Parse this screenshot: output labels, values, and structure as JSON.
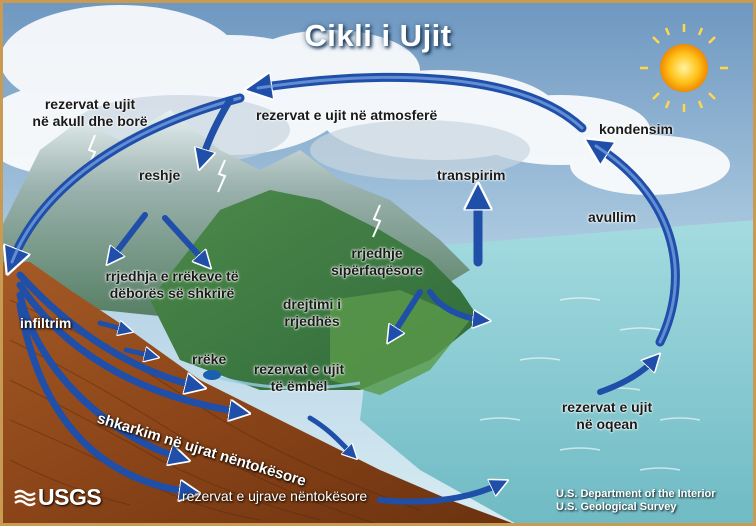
{
  "title": "Cikli i Ujit",
  "labels": {
    "atmosphere_storage": "rezervat e ujit në atmosferë",
    "ice_snow_storage": [
      "rezervat e ujit",
      "në akull dhe borë"
    ],
    "precipitation": "reshje",
    "condensation": "kondensim",
    "transpiration": "transpirim",
    "evaporation": "avullim",
    "snowmelt_runoff": [
      "rrjedhja e rrëkeve të",
      "dëborës së shkrirë"
    ],
    "surface_runoff": [
      "rrjedhje",
      "sipërfaqësore"
    ],
    "streamflow": [
      "drejtimi i",
      "rrjedhës"
    ],
    "infiltration": "infiltrim",
    "stream": "rrëke",
    "freshwater_storage": [
      "rezervat e ujit",
      "të ëmbël"
    ],
    "ocean_storage": [
      "rezervat e ujit",
      "në oqean"
    ],
    "groundwater_discharge": "shkarkim në ujrat nëntokësore",
    "groundwater_storage": "rezervat e ujrave nëntokësore"
  },
  "branding": {
    "logo": "USGS",
    "credit_line1": "U.S. Department of the Interior",
    "credit_line2": "U.S. Geological Survey"
  },
  "colors": {
    "sky": "#7fa6c8",
    "ocean": "#8fd0d4",
    "land": "#8a4a20",
    "arrow": "#1f4fa8",
    "sun": "#ffb81a"
  }
}
